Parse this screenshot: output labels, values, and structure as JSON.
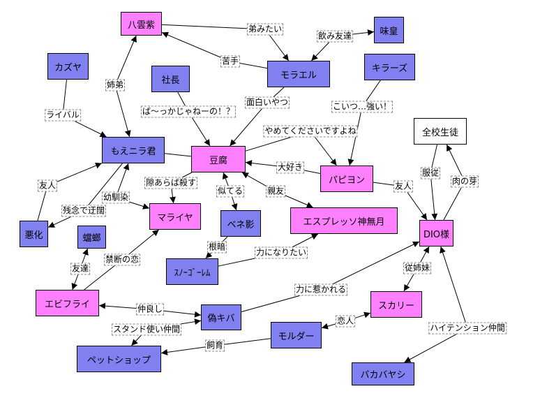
{
  "colors": {
    "blue": "#8080f0",
    "pink": "#ff80ff",
    "white": "#ffffff",
    "edge": "#000000"
  },
  "nodes": [
    {
      "id": "yakumo",
      "label": "八雲紫",
      "color": "pink"
    },
    {
      "id": "kazuya",
      "label": "カズヤ",
      "color": "blue"
    },
    {
      "id": "shacho",
      "label": "社長",
      "color": "blue"
    },
    {
      "id": "moenira",
      "label": "もえニラ君",
      "color": "blue"
    },
    {
      "id": "tofu",
      "label": "豆腐",
      "color": "pink"
    },
    {
      "id": "morarael",
      "label": "モラエル",
      "color": "blue"
    },
    {
      "id": "ajio",
      "label": "味皇",
      "color": "blue"
    },
    {
      "id": "killers",
      "label": "キラーズ",
      "color": "blue"
    },
    {
      "id": "zenko",
      "label": "全校生徒",
      "color": "white"
    },
    {
      "id": "papillon",
      "label": "パピヨン",
      "color": "pink"
    },
    {
      "id": "espresso",
      "label": "エスプレッソ神無月",
      "color": "pink"
    },
    {
      "id": "dio",
      "label": "DIO様",
      "color": "pink"
    },
    {
      "id": "mariah",
      "label": "マライヤ",
      "color": "pink"
    },
    {
      "id": "benekage",
      "label": "ベネ影",
      "color": "blue"
    },
    {
      "id": "akka",
      "label": "悪化",
      "color": "blue"
    },
    {
      "id": "kamakiri",
      "label": "蟷螂",
      "color": "blue"
    },
    {
      "id": "snowgolem",
      "label": "ｽﾉｰｺﾞｰﾚﾑ",
      "color": "blue"
    },
    {
      "id": "ebifry",
      "label": "エビフライ",
      "color": "pink"
    },
    {
      "id": "nisekiba",
      "label": "偽キバ",
      "color": "blue"
    },
    {
      "id": "petshop",
      "label": "ペットショップ",
      "color": "blue"
    },
    {
      "id": "mulder",
      "label": "モルダー",
      "color": "blue"
    },
    {
      "id": "scully",
      "label": "スカリー",
      "color": "pink"
    },
    {
      "id": "bakabayashi",
      "label": "バカバヤシ",
      "color": "blue"
    }
  ],
  "edges": [
    {
      "from": "yakumo",
      "to": "morarael",
      "label": "弟みたい",
      "arrows": "to"
    },
    {
      "from": "morarael",
      "to": "yakumo",
      "label": "苦手",
      "arrows": "to"
    },
    {
      "from": "morarael",
      "to": "ajio",
      "label": "飲み友達",
      "arrows": "both"
    },
    {
      "from": "yakumo",
      "to": "moenira",
      "label": "姉弟",
      "arrows": "both"
    },
    {
      "from": "kazuya",
      "to": "moenira",
      "label": "ライバル",
      "arrows": "to"
    },
    {
      "from": "shacho",
      "to": "tofu",
      "label": "ば～っかじゃねーの！？",
      "arrows": "to"
    },
    {
      "from": "morarael",
      "to": "tofu",
      "label": "面白いやつ",
      "arrows": "to"
    },
    {
      "from": "tofu",
      "to": "papillon",
      "label": "やめてくださいですよね",
      "arrows": "to"
    },
    {
      "from": "papillon",
      "to": "tofu",
      "label": "大好き",
      "arrows": "to"
    },
    {
      "from": "killers",
      "to": "papillon",
      "label": "こいつ…強い！",
      "arrows": "to"
    },
    {
      "from": "zenko",
      "to": "dio",
      "label": "服従",
      "arrows": "to"
    },
    {
      "from": "dio",
      "to": "zenko",
      "label": "肉の芽",
      "arrows": "to"
    },
    {
      "from": "papillon",
      "to": "dio",
      "label": "友人",
      "arrows": "to"
    },
    {
      "from": "moenira",
      "to": "tofu",
      "label": "",
      "arrows": "none"
    },
    {
      "from": "akka",
      "to": "moenira",
      "label": "友人",
      "arrows": "to"
    },
    {
      "from": "moenira",
      "to": "akka",
      "label": "残念で迂闊",
      "arrows": "to"
    },
    {
      "from": "moenira",
      "to": "mariah",
      "label": "幼馴染",
      "arrows": "both"
    },
    {
      "from": "tofu",
      "to": "mariah",
      "label": "隙あらば殺す",
      "arrows": "to"
    },
    {
      "from": "tofu",
      "to": "benekage",
      "label": "似てる",
      "arrows": "both"
    },
    {
      "from": "tofu",
      "to": "espresso",
      "label": "親友",
      "arrows": "both"
    },
    {
      "from": "benekage",
      "to": "snowgolem",
      "label": "根暗",
      "arrows": "to"
    },
    {
      "from": "snowgolem",
      "to": "espresso",
      "label": "力になりたい",
      "arrows": "to"
    },
    {
      "from": "kamakiri",
      "to": "ebifry",
      "label": "友達",
      "arrows": "both"
    },
    {
      "from": "ebifry",
      "to": "mariah",
      "label": "禁断の恋",
      "arrows": "to"
    },
    {
      "from": "ebifry",
      "to": "nisekiba",
      "label": "仲良し",
      "arrows": "both"
    },
    {
      "from": "nisekiba",
      "to": "petshop",
      "label": "スタンド使い仲間",
      "arrows": "both"
    },
    {
      "from": "mulder",
      "to": "petshop",
      "label": "飼育",
      "arrows": "to"
    },
    {
      "from": "nisekiba",
      "to": "dio",
      "label": "力に惹かれる",
      "arrows": "to"
    },
    {
      "from": "dio",
      "to": "scully",
      "label": "従姉妹",
      "arrows": "both"
    },
    {
      "from": "scully",
      "to": "mulder",
      "label": "恋人",
      "arrows": "both"
    },
    {
      "from": "dio",
      "to": "bakabayashi",
      "label": "ハイテンション仲間",
      "arrows": "both"
    }
  ]
}
